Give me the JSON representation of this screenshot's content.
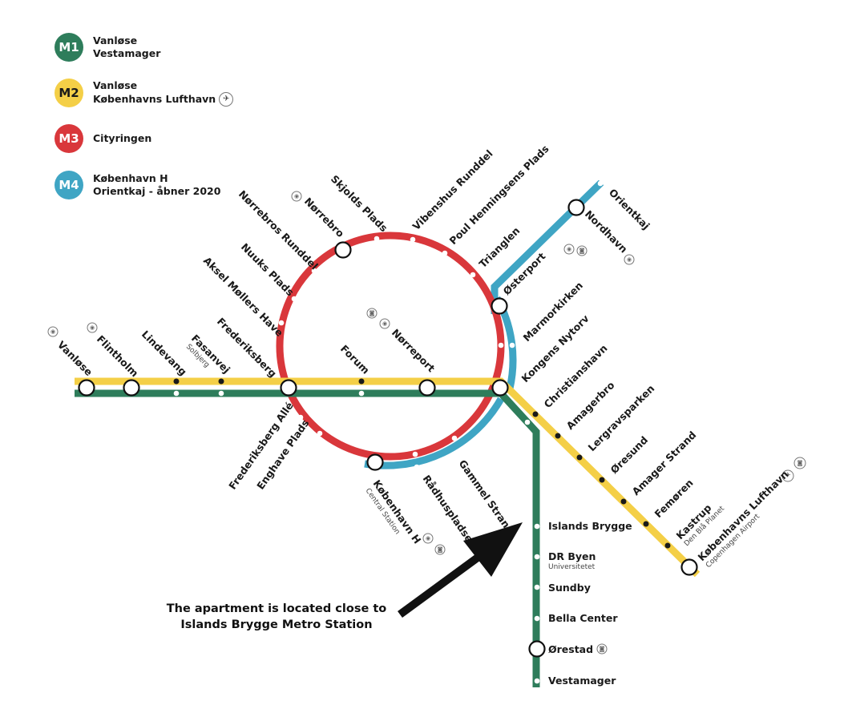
{
  "colors": {
    "m1": "#2e7d5b",
    "m2": "#f4cf47",
    "m3": "#d9373b",
    "m4": "#3fa5c4"
  },
  "legend": [
    {
      "code": "M1",
      "lines": [
        "Vanløse",
        "Vestamager"
      ],
      "color": "#2e7d5b",
      "icon": ""
    },
    {
      "code": "M2",
      "lines": [
        "Vanløse",
        "Københavns Lufthavn"
      ],
      "color": "#f4cf47",
      "icon": "airplane-icon"
    },
    {
      "code": "M3",
      "lines": [
        "Cityringen"
      ],
      "color": "#d9373b",
      "icon": ""
    },
    {
      "code": "M4",
      "lines": [
        "København H",
        "Orientkaj - åbner 2020"
      ],
      "color": "#3fa5c4",
      "icon": ""
    }
  ],
  "stations": {
    "vanlose": "Vanløse",
    "flintholm": "Flintholm",
    "lindevang": "Lindevang",
    "fasanvej": "Fasanvej",
    "fasanvej_sub": "Solbjerg",
    "frederiksberg": "Frederiksberg",
    "forum": "Forum",
    "norreport": "Nørreport",
    "kongens_nytorv": "Kongens Nytorv",
    "aksel_mollers_have": "Aksel Møllers Have",
    "nuuks_plads": "Nuuks Plads",
    "norrebros_runddel": "Nørrebros Runddel",
    "norrebro": "Nørrebro",
    "skjolds_plads": "Skjolds Plads",
    "vibenshus_runddel": "Vibenshus Runddel",
    "poul_henningsens_plads": "Poul Henningsens Plads",
    "trianglen": "Trianglen",
    "osterport": "Østerport",
    "marmorkirken": "Marmorkirken",
    "nordhavn": "Nordhavn",
    "orientkaj": "Orientkaj",
    "frederiksberg_alle": "Frederiksberg Allé",
    "enghave_plads": "Enghave Plads",
    "kobenhavn_h": "København H",
    "kobenhavn_h_sub": "Central Station",
    "radhuspladsen": "Rådhuspladsen",
    "gammel_strand": "Gammel Strand",
    "christianshavn": "Christianshavn",
    "amagerbro": "Amagerbro",
    "lergravsparken": "Lergravsparken",
    "oresund": "Øresund",
    "amager_strand": "Amager Strand",
    "femoren": "Femøren",
    "kastrup": "Kastrup",
    "kastrup_sub": "Den Blå Planet",
    "lufthavn": "Københavns Lufthavn",
    "lufthavn_sub": "Copenhagen Airport",
    "islands_brygge": "Islands Brygge",
    "dr_byen": "DR Byen",
    "dr_byen_sub": "Universitetet",
    "sundby": "Sundby",
    "bella_center": "Bella Center",
    "orestad": "Ørestad",
    "vestamager": "Vestamager"
  },
  "annotation": {
    "line1": "The apartment is located close to",
    "line2": "Islands Brygge Metro Station"
  }
}
